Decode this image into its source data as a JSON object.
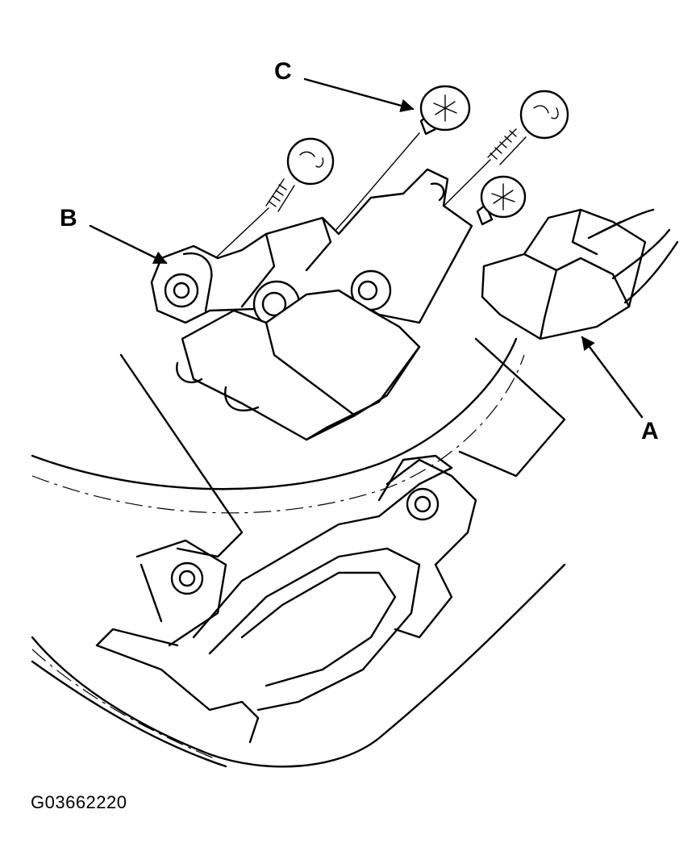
{
  "callouts": {
    "a": "A",
    "b": "B",
    "c": "C"
  },
  "figure_code": "G03662220",
  "colors": {
    "line": "#000000",
    "background": "#ffffff"
  }
}
